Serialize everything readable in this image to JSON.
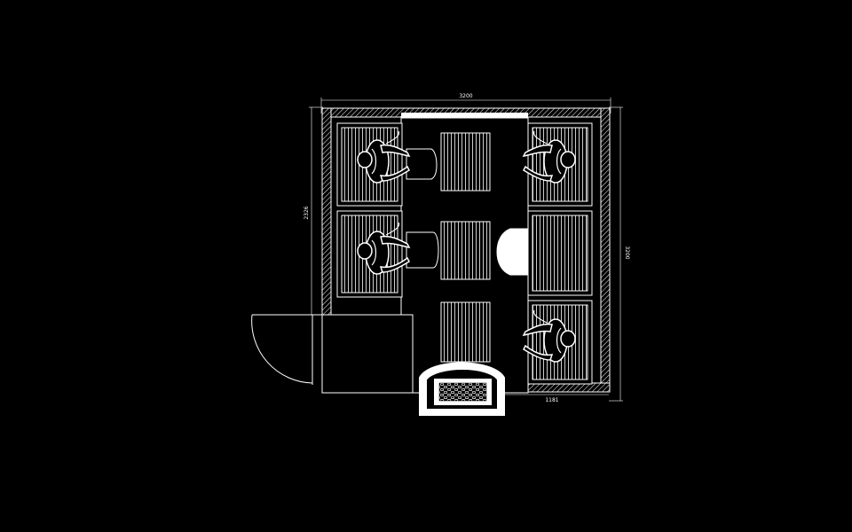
{
  "colors": {
    "background": "#000000",
    "line": "#ffffff"
  },
  "dimensions": {
    "top_width": "3200",
    "left_height": "2326",
    "right_height": "3200",
    "bottom_segment": "1181"
  },
  "icons": {
    "person": "seated-person-icon",
    "bench": "bench-icon",
    "table": "table-icon",
    "stove": "stove-icon",
    "door": "door-swing-icon"
  }
}
